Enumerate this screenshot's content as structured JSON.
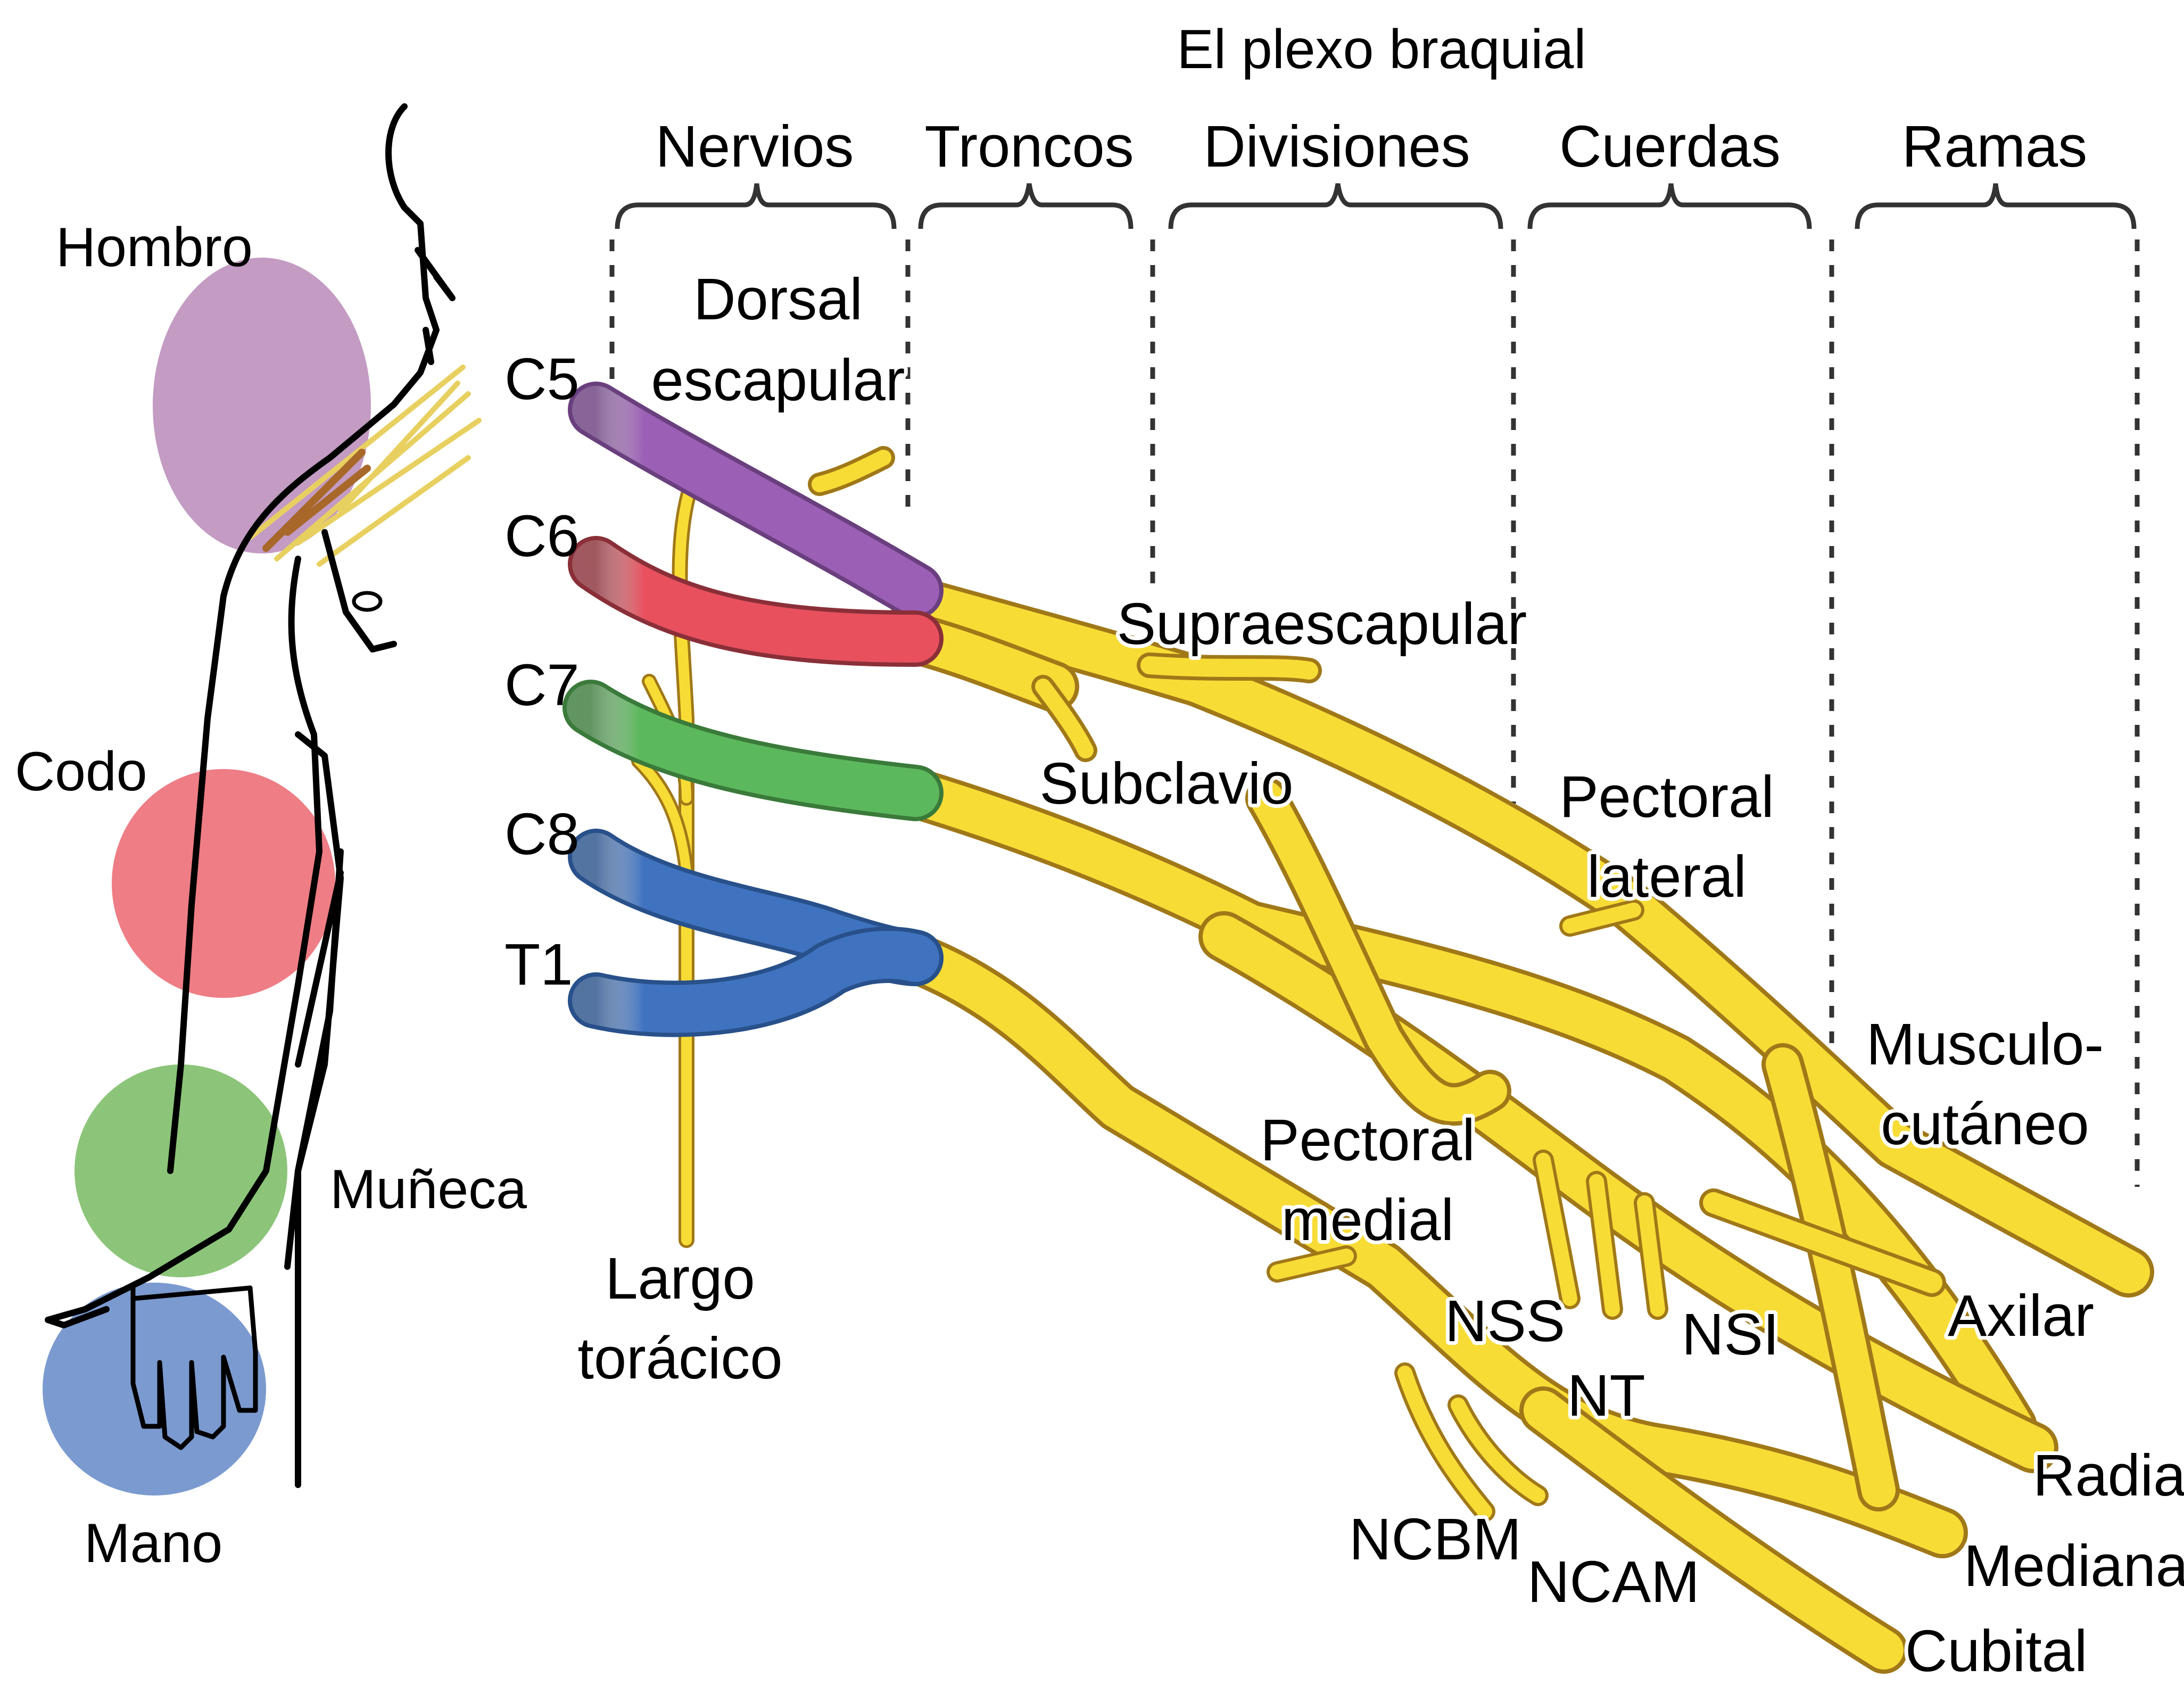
{
  "title": "El plexo braquial",
  "sections": [
    {
      "label": "Nervios"
    },
    {
      "label": "Troncos"
    },
    {
      "label": "Divisiones"
    },
    {
      "label": "Cuerdas"
    },
    {
      "label": "Ramas"
    }
  ],
  "roots": [
    {
      "label": "C5",
      "color": "#9b5fb5"
    },
    {
      "label": "C6",
      "color": "#e8505e"
    },
    {
      "label": "C7",
      "color": "#5cb85c"
    },
    {
      "label": "C8",
      "color": "#3f73c0"
    },
    {
      "label": "T1",
      "color": "#3f73c0"
    }
  ],
  "body_regions": [
    {
      "label": "Hombro",
      "color": "#b88ab8"
    },
    {
      "label": "Codo",
      "color": "#ec6f78"
    },
    {
      "label": "Muñeca",
      "color": "#7fbf6a"
    },
    {
      "label": "Mano",
      "color": "#6d8fcb"
    }
  ],
  "nerve_labels": {
    "dorsal_escapular": [
      "Dorsal",
      "escapular"
    ],
    "supraescapular": "Supraescapular",
    "subclavio": "Subclavio",
    "pectoral_lateral": [
      "Pectoral",
      "lateral"
    ],
    "musculocutaneo": [
      "Musculo-",
      "cutáneo"
    ],
    "pectoral_medial": [
      "Pectoral",
      "medial"
    ],
    "largo_toracico": [
      "Largo",
      "torácico"
    ],
    "axilar": "Axilar",
    "radial": "Radial",
    "mediana": "Mediana",
    "cubital": "Cubital",
    "nss": "NSS",
    "nt": "NT",
    "nsi": "NSI",
    "ncbm": "NCBM",
    "ncam": "NCAM"
  },
  "colors": {
    "nerve_yellow": "#f8dc36",
    "nerve_outline": "#a07818"
  }
}
